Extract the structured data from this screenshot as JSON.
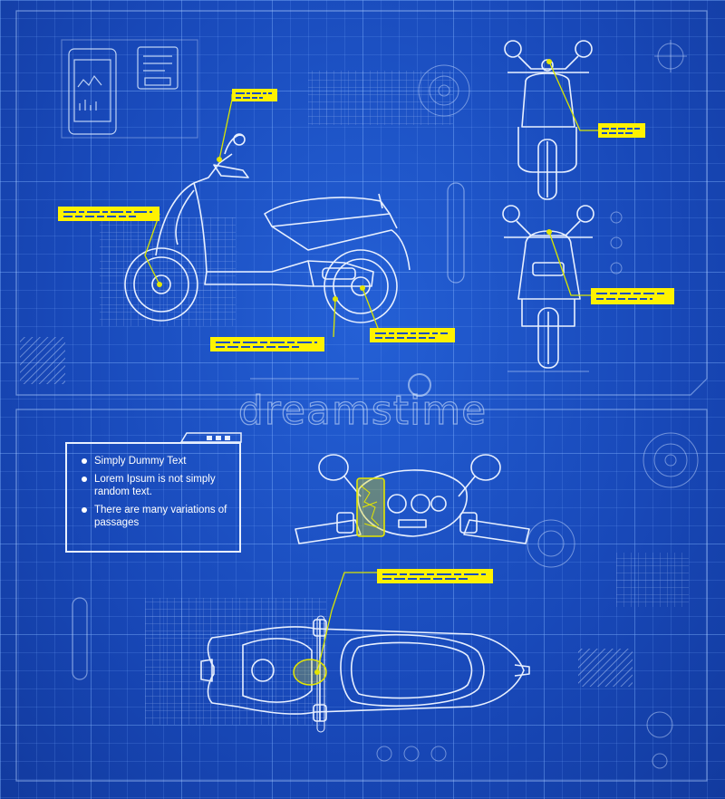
{
  "info_box": {
    "items": [
      {
        "text": "Simply Dummy Text"
      },
      {
        "text": "Lorem Ipsum is not simply random text."
      },
      {
        "text": "There are many variations of passages"
      }
    ]
  },
  "watermark": {
    "text": "dreamstime"
  },
  "colors": {
    "background": "#1a4fc0",
    "line": "#e8f0ff",
    "callout_yellow": "#fff200",
    "callout_line": "#d8e600"
  },
  "callouts": [
    {
      "id": "mirror-callout"
    },
    {
      "id": "front-wheel-callout"
    },
    {
      "id": "engine-callout"
    },
    {
      "id": "rear-wheel-callout"
    },
    {
      "id": "front-view-callout"
    },
    {
      "id": "rear-view-callout"
    },
    {
      "id": "dashboard-callout"
    }
  ]
}
